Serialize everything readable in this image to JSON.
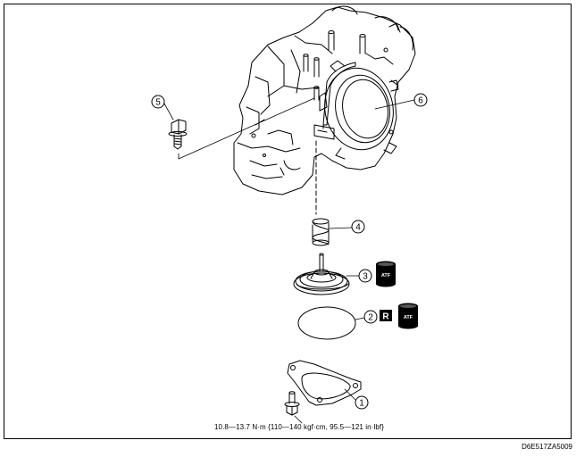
{
  "callouts": [
    {
      "id": "1",
      "label": "1"
    },
    {
      "id": "2",
      "label": "2"
    },
    {
      "id": "3",
      "label": "3"
    },
    {
      "id": "4",
      "label": "4"
    },
    {
      "id": "5",
      "label": "5"
    },
    {
      "id": "6",
      "label": "6"
    }
  ],
  "symbols": {
    "atf_label": "ATF",
    "replace_label": "R"
  },
  "torque_spec": "10.8—13.7 N·m {110—140 kgf·cm, 95.5—121 in·lbf}",
  "figure_code": "D6E517ZA5009"
}
